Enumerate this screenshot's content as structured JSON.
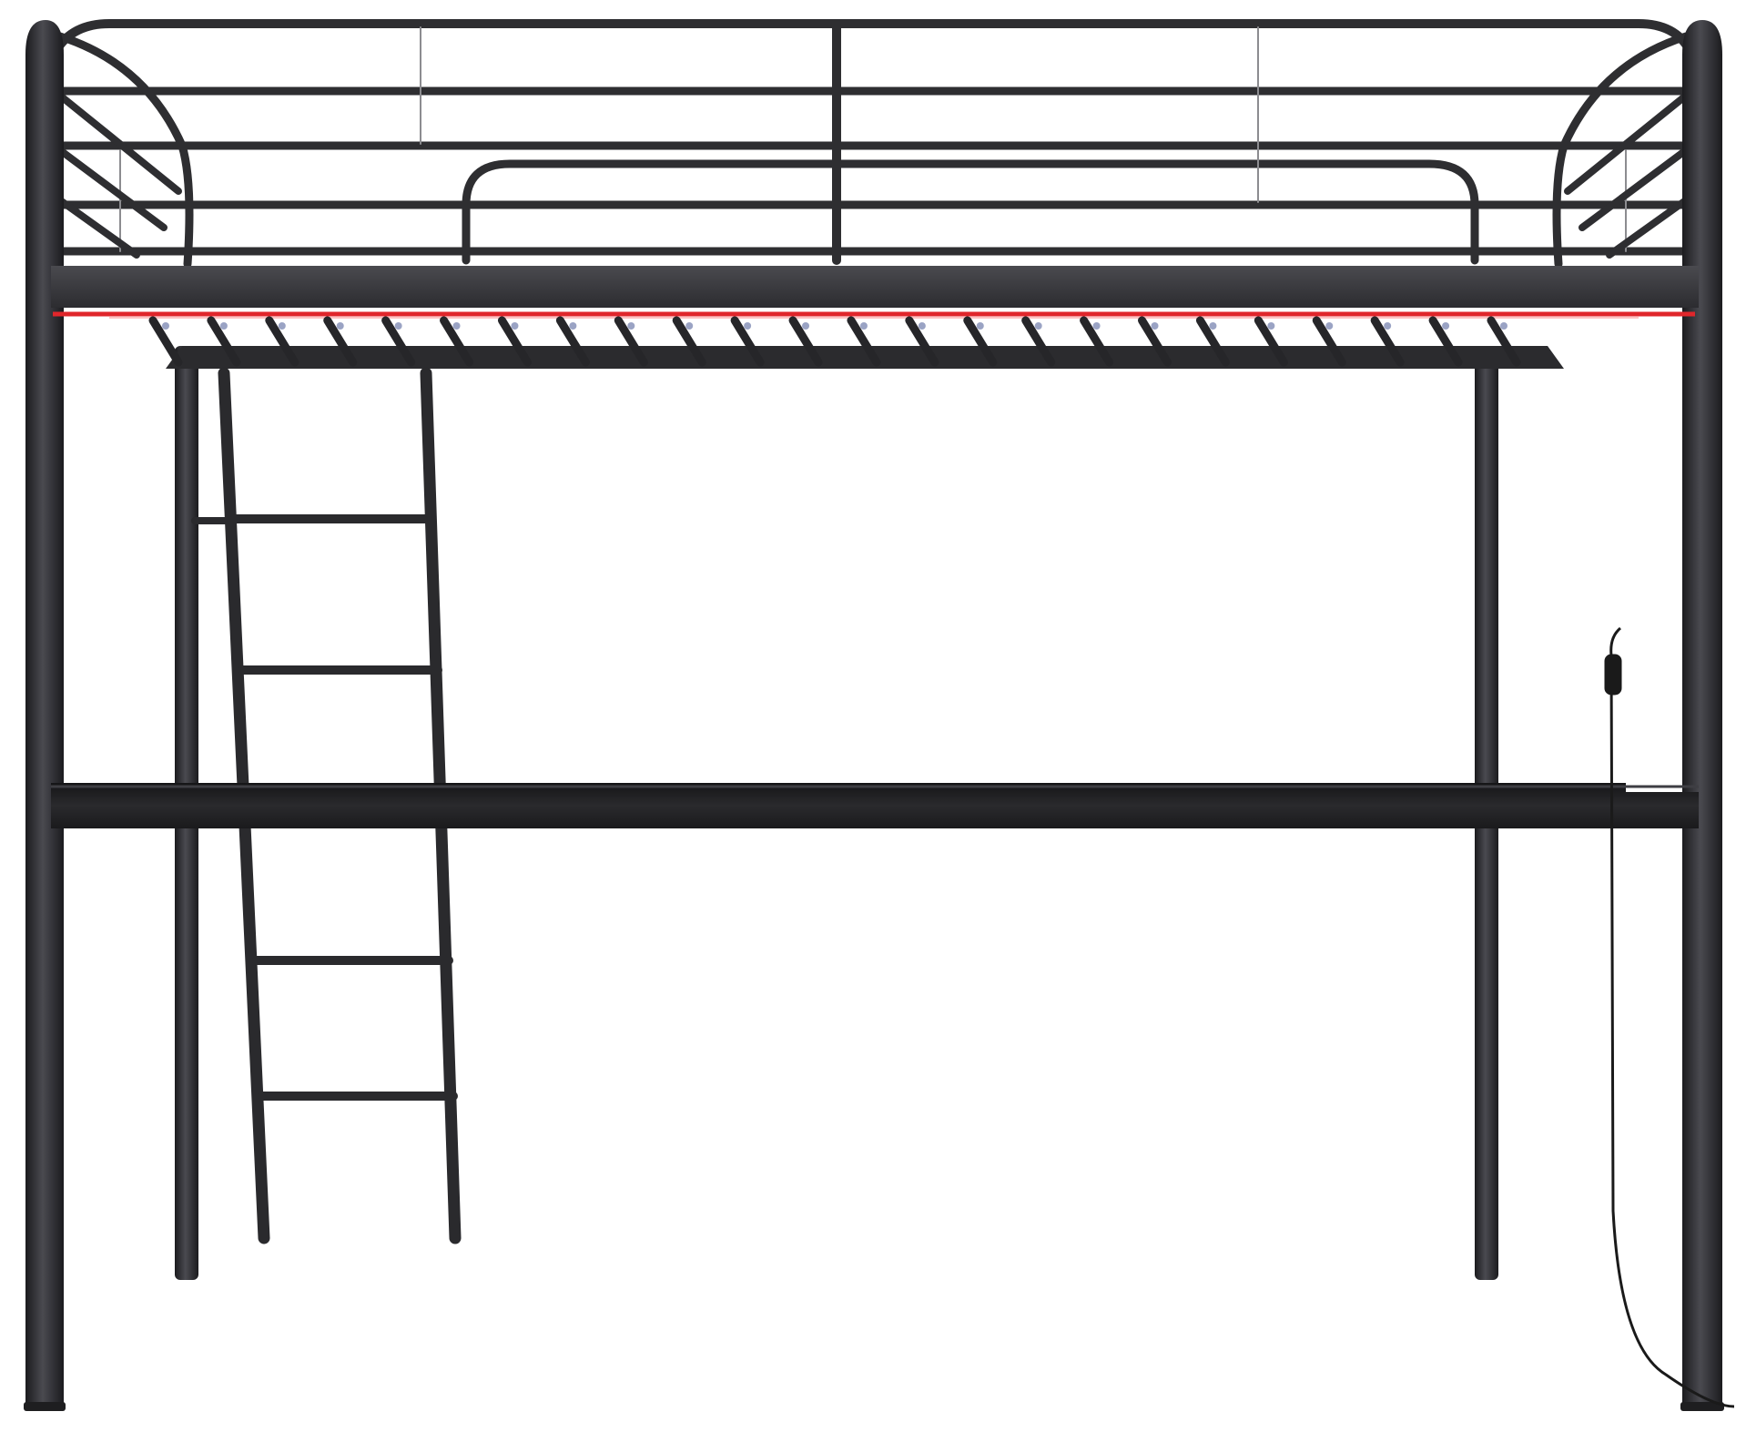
{
  "image": {
    "subject": "",
    "background_color": "#ffffff"
  },
  "colors": {
    "frame": "#2b2b2e",
    "frame_highlight": "#5a5a60",
    "desk_top": "#1f1f22",
    "desk_edge": "#3a3a3e",
    "deck_panel": "#333337",
    "led_strip": "#e0262b",
    "led_glow": "#ff6a6a",
    "slat": "#2a2a2d",
    "slat_clip": "#9aa3c4",
    "mesh_line": "#8c8c90",
    "cord": "#1a1a1a"
  },
  "objects": {
    "bed_frame": "metal-loft-bed-frame",
    "guardrail": "top-guardrail",
    "ladder": "side-ladder",
    "desk": "built-in-desk",
    "led_strip": "led-light-strip",
    "power_cord": "power-cord-with-switch"
  },
  "counts": {
    "ladder_rungs": 4,
    "deck_slats": 24,
    "guardrail_bars": 5
  }
}
